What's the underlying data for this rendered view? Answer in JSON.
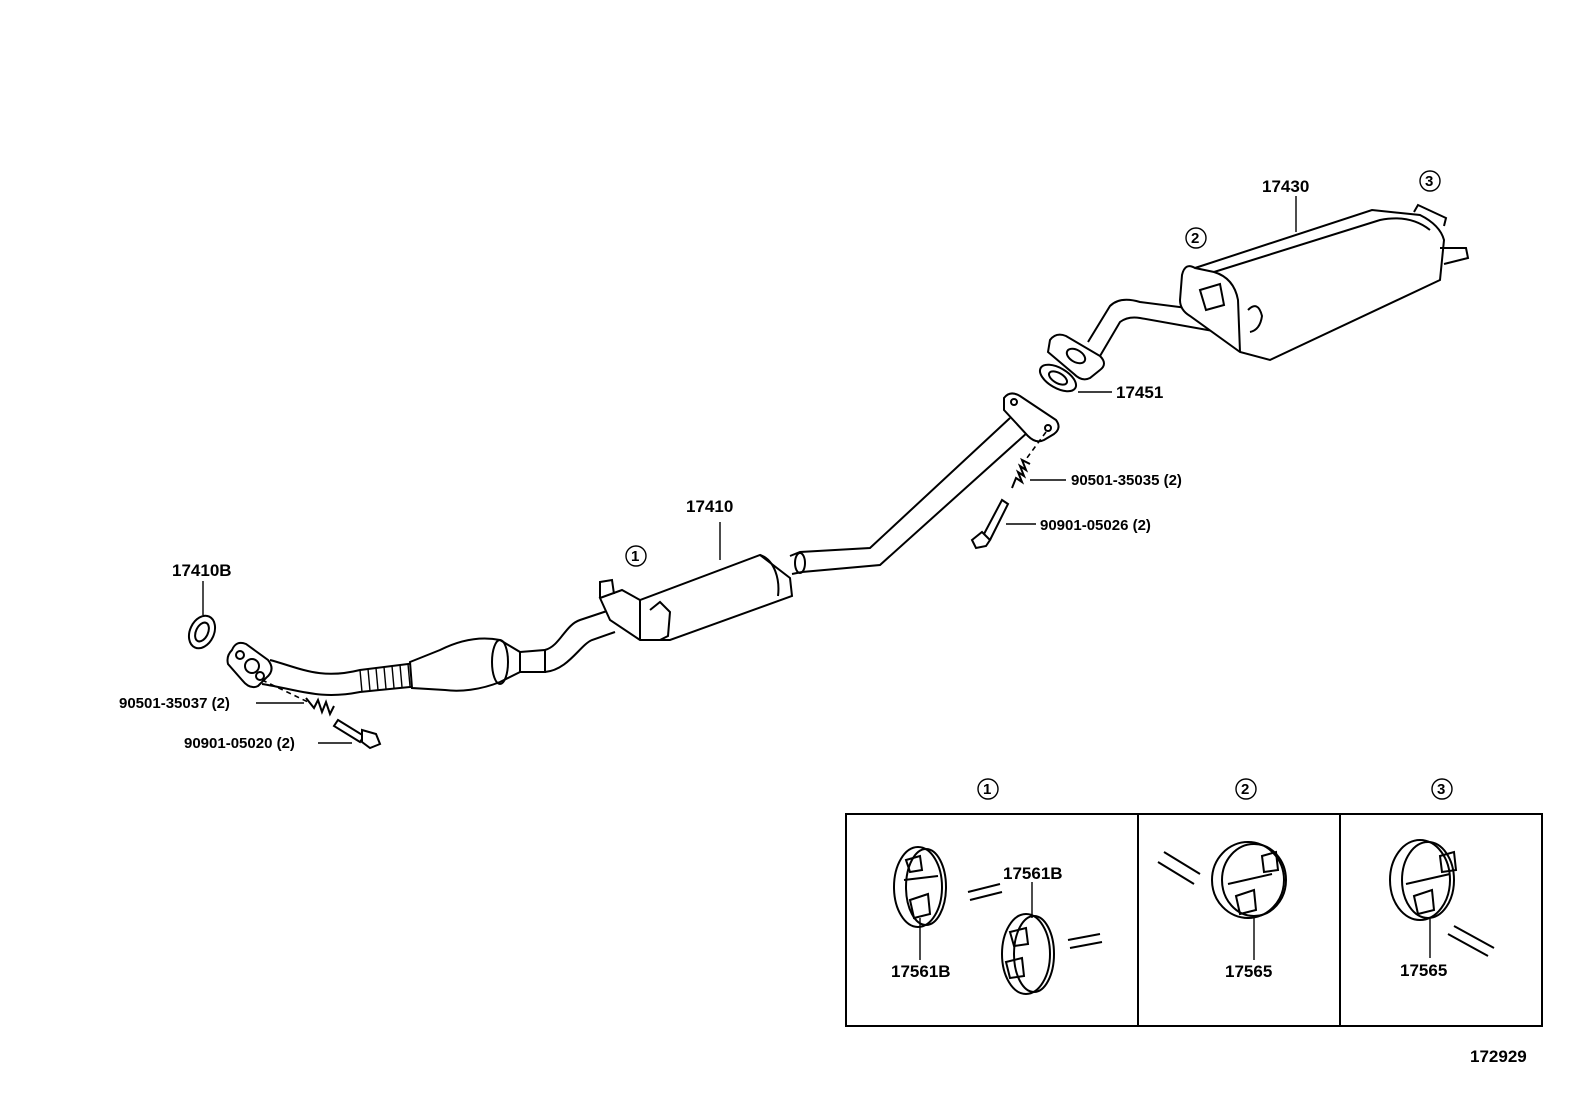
{
  "callouts": {
    "c1": "1",
    "c2": "2",
    "c3": "3"
  },
  "labels": {
    "part_17410B": "17410B",
    "part_17410": "17410",
    "part_17430": "17430",
    "part_17451": "17451",
    "bolt_90501_35035": "90501-35035 (2)",
    "bolt_90901_05026": "90901-05026 (2)",
    "bolt_90501_35037": "90501-35037 (2)",
    "bolt_90901_05020": "90901-05020 (2)"
  },
  "detail_panels": [
    {
      "callout": "1",
      "labels": [
        "17561B",
        "17561B"
      ]
    },
    {
      "callout": "2",
      "labels": [
        "17565"
      ]
    },
    {
      "callout": "3",
      "labels": [
        "17565"
      ]
    }
  ],
  "figure_number": "172929"
}
